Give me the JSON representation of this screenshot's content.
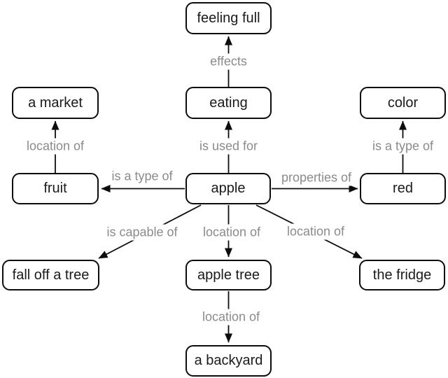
{
  "diagram": {
    "type": "concept-map",
    "root": "apple",
    "colors": {
      "background": "#ffffff",
      "node_border": "#0d0d0d",
      "node_text": "#1a1a1a",
      "edge_line": "#0d0d0d",
      "edge_label_text": "#8b8b8b"
    },
    "nodes": [
      {
        "id": "feeling-full",
        "label": "feeling full"
      },
      {
        "id": "a-market",
        "label": "a market"
      },
      {
        "id": "eating",
        "label": "eating"
      },
      {
        "id": "color",
        "label": "color"
      },
      {
        "id": "fruit",
        "label": "fruit"
      },
      {
        "id": "apple",
        "label": "apple"
      },
      {
        "id": "red",
        "label": "red"
      },
      {
        "id": "fall-off-a-tree",
        "label": "fall off a tree"
      },
      {
        "id": "apple-tree",
        "label": "apple tree"
      },
      {
        "id": "the-fridge",
        "label": "the fridge"
      },
      {
        "id": "a-backyard",
        "label": "a backyard"
      }
    ],
    "edges": [
      {
        "from": "eating",
        "to": "feeling full",
        "label": "effects"
      },
      {
        "from": "apple",
        "to": "eating",
        "label": "is used for"
      },
      {
        "from": "fruit",
        "to": "a market",
        "label": "location of"
      },
      {
        "from": "red",
        "to": "color",
        "label": "is a type of"
      },
      {
        "from": "apple",
        "to": "fruit",
        "label": "is a type of"
      },
      {
        "from": "apple",
        "to": "red",
        "label": "properties of"
      },
      {
        "from": "apple",
        "to": "fall off a tree",
        "label": "is capable of"
      },
      {
        "from": "apple",
        "to": "apple tree",
        "label": "location of"
      },
      {
        "from": "apple",
        "to": "the fridge",
        "label": "location of"
      },
      {
        "from": "apple tree",
        "to": "a backyard",
        "label": "location of"
      }
    ]
  }
}
